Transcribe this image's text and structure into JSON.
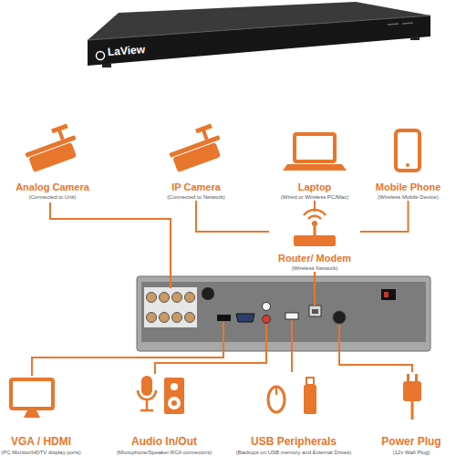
{
  "diagram": {
    "nodes": [
      {
        "text": [
          "Analog Camera",
          "(Connected to Unit)"
        ]
      },
      {
        "text": [
          "IP Camera",
          "(Connected to Network)"
        ]
      },
      {
        "text": [
          "Laptop",
          "(Wired or Wireless PC/Mac)"
        ]
      },
      {
        "text": [
          "Mobile Phone",
          "(Wireless Mobile Device)"
        ]
      },
      {
        "text": [
          "Router/ Modem",
          "(Wireless Network)"
        ]
      },
      {
        "text": [
          "VGA / HDMI",
          "(PC Monitor/HDTV display ports)"
        ]
      },
      {
        "text": [
          "Audio In/Out",
          "(Microphone/Speaker RCA connectors)"
        ]
      },
      {
        "text": [
          "USB Peripherals",
          "(Backups on USB memory and External Drives)"
        ]
      },
      {
        "text": [
          "Power Plug",
          "(12v Wall Plug)"
        ]
      }
    ],
    "edges": [
      {
        "from": 1,
        "to": 4,
        "arrow": "none"
      },
      {
        "from": 2,
        "to": 4,
        "arrow": "none"
      },
      {
        "from": 3,
        "to": 4,
        "arrow": "none"
      }
    ],
    "labels": [
      "LaView"
    ]
  }
}
